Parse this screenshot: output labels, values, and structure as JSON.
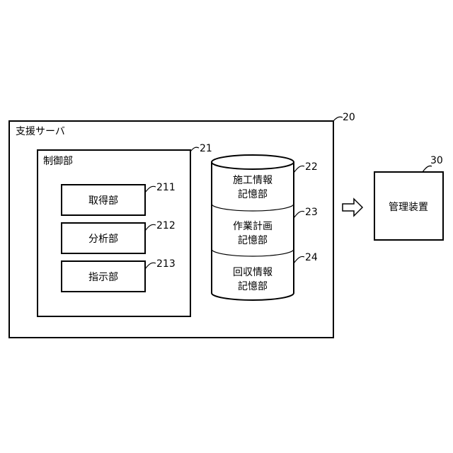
{
  "server": {
    "label": "支援サーバ",
    "ref": "20"
  },
  "control": {
    "label": "制御部",
    "ref": "21"
  },
  "units": [
    {
      "label": "取得部",
      "ref": "211"
    },
    {
      "label": "分析部",
      "ref": "212"
    },
    {
      "label": "指示部",
      "ref": "213"
    }
  ],
  "storages": [
    {
      "line1": "施工情報",
      "line2": "記憶部",
      "ref": "22"
    },
    {
      "line1": "作業計画",
      "line2": "記憶部",
      "ref": "23"
    },
    {
      "line1": "回収情報",
      "line2": "記憶部",
      "ref": "24"
    }
  ],
  "manager": {
    "label": "管理装置",
    "ref": "30"
  }
}
